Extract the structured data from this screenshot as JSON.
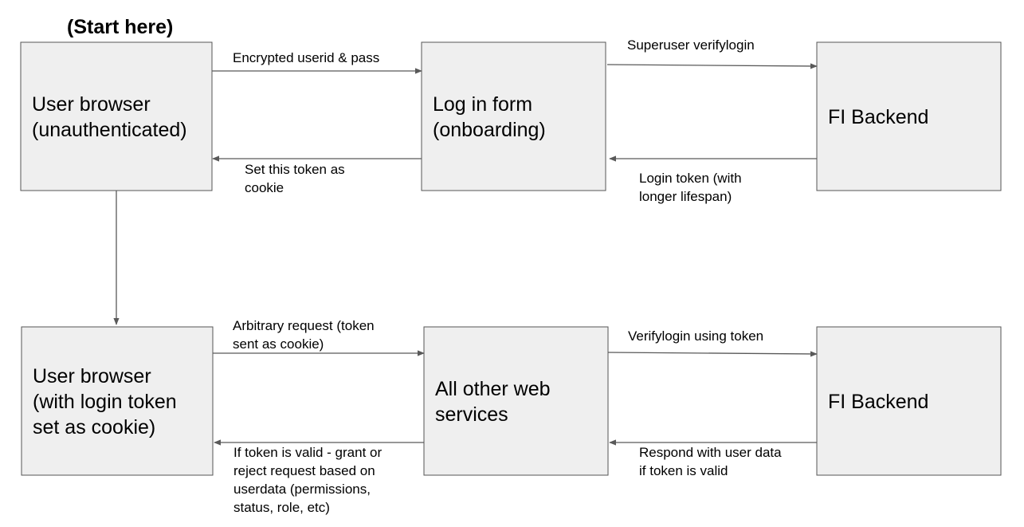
{
  "start_label": "(Start here)",
  "colors": {
    "box_fill": "#efefef",
    "box_border": "#555555",
    "arrow": "#595959"
  },
  "nodes": {
    "browser_unauth": {
      "lines": [
        "User browser",
        "(unauthenticated)"
      ]
    },
    "login_form": {
      "lines": [
        "Log in form",
        "(onboarding)"
      ]
    },
    "fi_backend_top": {
      "lines": [
        "FI Backend"
      ]
    },
    "browser_token": {
      "lines": [
        "User browser",
        "(with login token",
        "set as cookie)"
      ]
    },
    "web_services": {
      "lines": [
        "All other web",
        "services"
      ]
    },
    "fi_backend_bottom": {
      "lines": [
        "FI Backend"
      ]
    }
  },
  "edges": {
    "encrypted_credentials": {
      "lines": [
        "Encrypted userid & pass"
      ]
    },
    "superuser_verifylogin": {
      "lines": [
        "Superuser verifylogin"
      ]
    },
    "login_token": {
      "lines": [
        "Login token (with",
        "longer lifespan)"
      ]
    },
    "set_token_cookie": {
      "lines": [
        "Set this token as",
        "cookie"
      ]
    },
    "arbitrary_request": {
      "lines": [
        "Arbitrary request (token",
        "sent as cookie)"
      ]
    },
    "verifylogin_token": {
      "lines": [
        "Verifylogin using token"
      ]
    },
    "respond_user_data": {
      "lines": [
        "Respond with  user data",
        "if token is valid"
      ]
    },
    "grant_or_reject": {
      "lines": [
        "If token is valid - grant or",
        "reject request based on",
        "userdata (permissions,",
        "status, role, etc)"
      ]
    }
  }
}
